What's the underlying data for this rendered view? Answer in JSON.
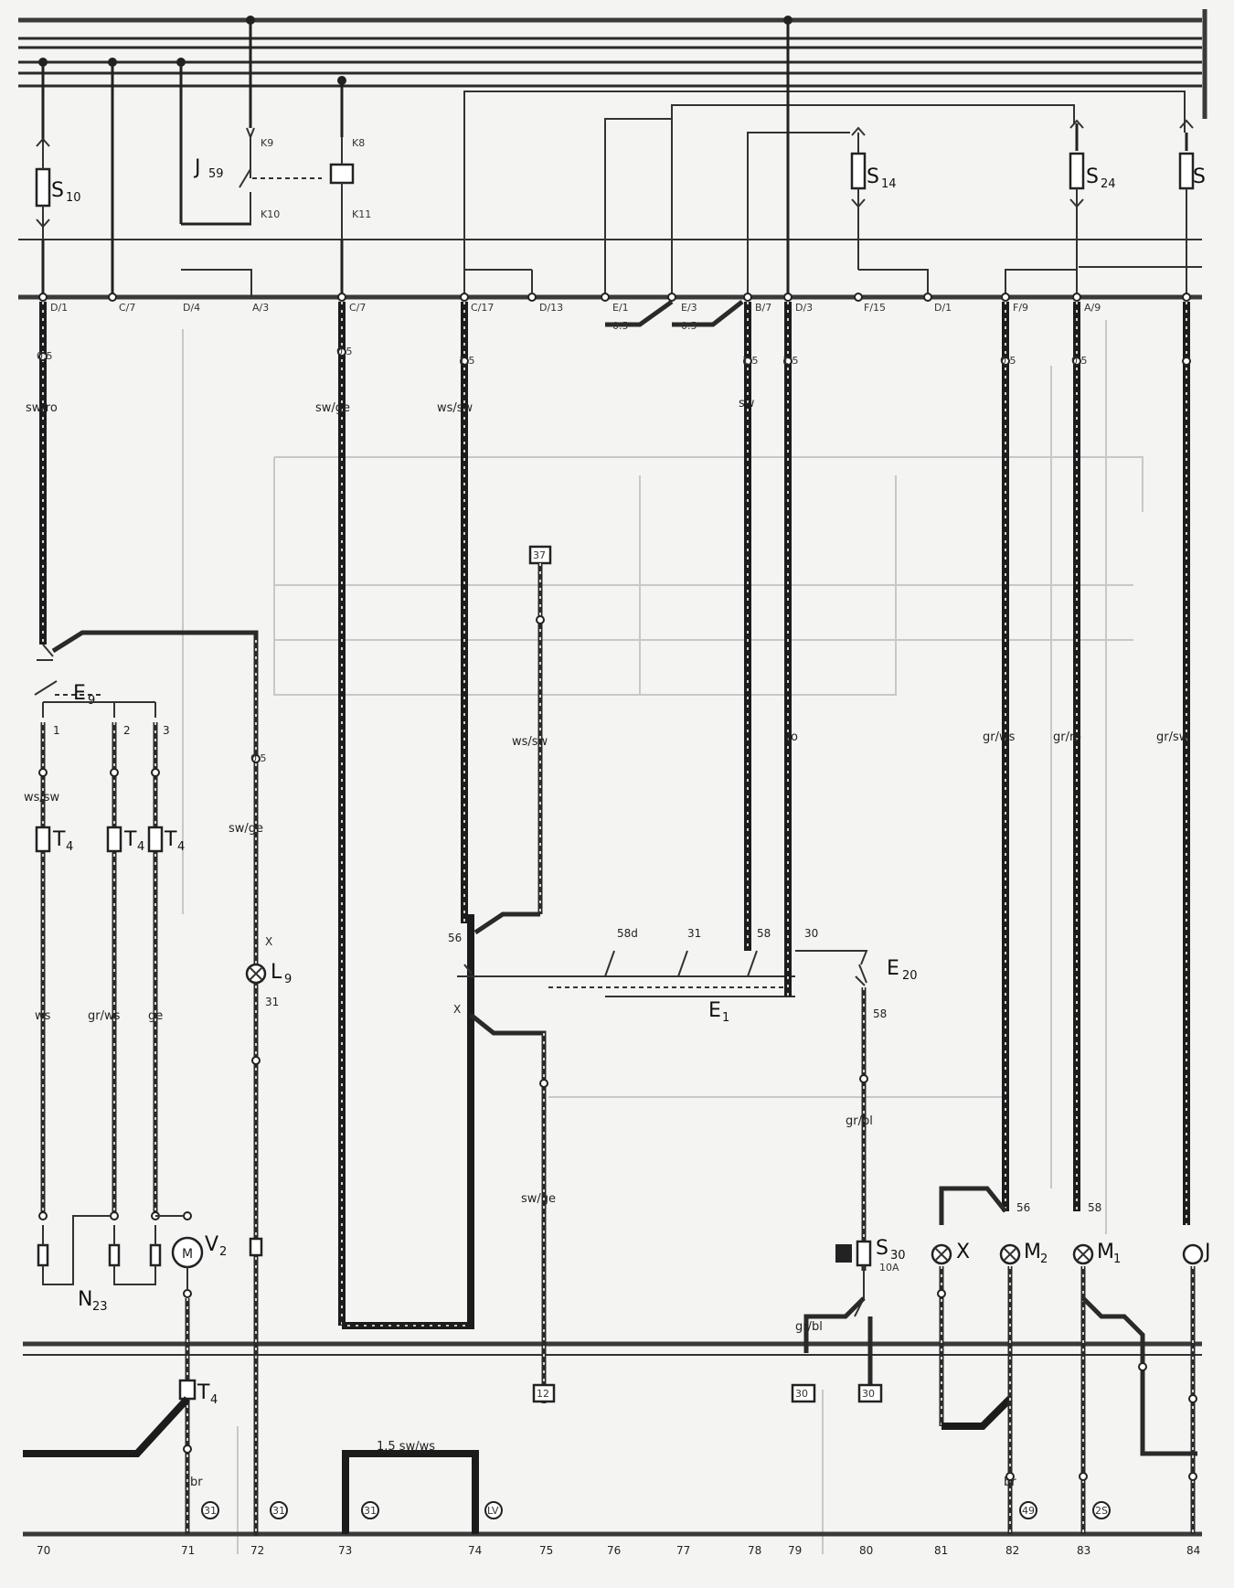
{
  "components": {
    "S10": {
      "letter": "S",
      "sub": "10"
    },
    "J59": {
      "letter": "J",
      "sub": "59"
    },
    "S14": {
      "letter": "S",
      "sub": "14"
    },
    "S24": {
      "letter": "S",
      "sub": "24"
    },
    "S_right": {
      "letter": "S",
      "sub": ""
    },
    "E9": {
      "letter": "E",
      "sub": "9"
    },
    "T4a": {
      "letter": "T",
      "sub": "4"
    },
    "T4b": {
      "letter": "T",
      "sub": "4"
    },
    "T4c": {
      "letter": "T",
      "sub": "4"
    },
    "T4d": {
      "letter": "T",
      "sub": "4"
    },
    "L9": {
      "letter": "L",
      "sub": "9"
    },
    "N23": {
      "letter": "N",
      "sub": "23"
    },
    "V2": {
      "letter": "V",
      "sub": "2"
    },
    "E1": {
      "letter": "E",
      "sub": "1"
    },
    "E20": {
      "letter": "E",
      "sub": "20"
    },
    "S30": {
      "letter": "S",
      "sub": "30",
      "rating": "10A"
    },
    "X": {
      "letter": "X",
      "sub": ""
    },
    "M2": {
      "letter": "M",
      "sub": "2"
    },
    "M1": {
      "letter": "M",
      "sub": "1"
    },
    "J_right": {
      "letter": "J",
      "sub": ""
    }
  },
  "relay_pins": {
    "k9": "K9",
    "k10": "K10",
    "k8": "K8",
    "k11": "K11"
  },
  "switch_pins": {
    "p58": "58",
    "p56": "56",
    "p58b": "58",
    "p56b": "56",
    "p30": "30",
    "p31": "31",
    "p58d": "58d",
    "p1": "1",
    "p2": "2",
    "p3": "3",
    "px": "X",
    "p31b": "31"
  },
  "wire_colors": {
    "c1": "sw/ro",
    "c2": "sw/ge",
    "c3": "ws/sw",
    "c4": "ws/sw",
    "c5": "ws/sw",
    "c6": "sw/ge",
    "c7": "ws",
    "c8": "gr/ws",
    "c9": "ge",
    "c10": "sw/ge",
    "c11": "ro",
    "c12": "gr/sw",
    "c13": "gr/ws",
    "c14": "gr/ro",
    "c15": "gr/bl",
    "c16": "gr/bl",
    "c17": "br",
    "c18": "br",
    "c19": "sw",
    "c20": "1.5 sw/ws"
  },
  "bottom_numbers": [
    "70",
    "71",
    "72",
    "73",
    "74",
    "75",
    "76",
    "77",
    "78",
    "79",
    "80",
    "81",
    "82",
    "83",
    "84"
  ]
}
